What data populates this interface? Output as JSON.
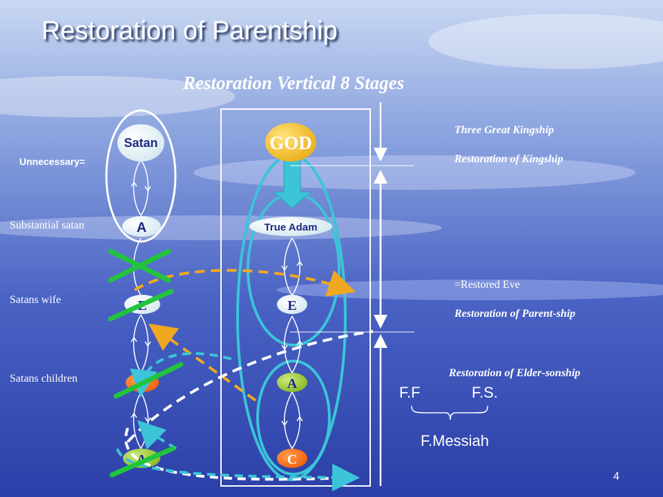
{
  "slide": {
    "title": "Restoration of Parentship",
    "subtitle": "Restoration Vertical 8 Stages",
    "page_number": "4"
  },
  "left_labels": {
    "unnecessary": "Unnecessary=",
    "substantial_satan": "Substantial satan",
    "satans_wife": "Satans wife",
    "satans_children": "Satans children"
  },
  "right_labels": {
    "three_great_kingship": "Three Great Kingship",
    "restoration_kingship": "Restoration of Kingship",
    "restored_eve": "=Restored Eve",
    "restoration_parentship": "Restoration of Parent-ship",
    "restoration_elder_sonship": "Restoration of Elder-sonship"
  },
  "bottom_right": {
    "ff": "F.F",
    "fs": "F.S.",
    "messiah": "F.Messiah"
  },
  "left_column_nodes": {
    "satan": "Satan",
    "a_upper": "A",
    "e": "E",
    "c": "C",
    "a_lower": "A"
  },
  "center_column_nodes": {
    "god": "GOD",
    "true_adam": "True Adam",
    "e": "E",
    "a": "A",
    "c": "C"
  },
  "colors": {
    "background_top": "#c9d8f2",
    "background_bottom": "#2b3fa8",
    "cyan_loop": "#3cc4d8",
    "orange_dashed": "#f0a820",
    "green_cross": "#22c43c",
    "god_fill": "#f5c22a",
    "c_fill": "#ff6a10",
    "a_fill": "#9acd32",
    "node_text": "#1e2a80"
  }
}
